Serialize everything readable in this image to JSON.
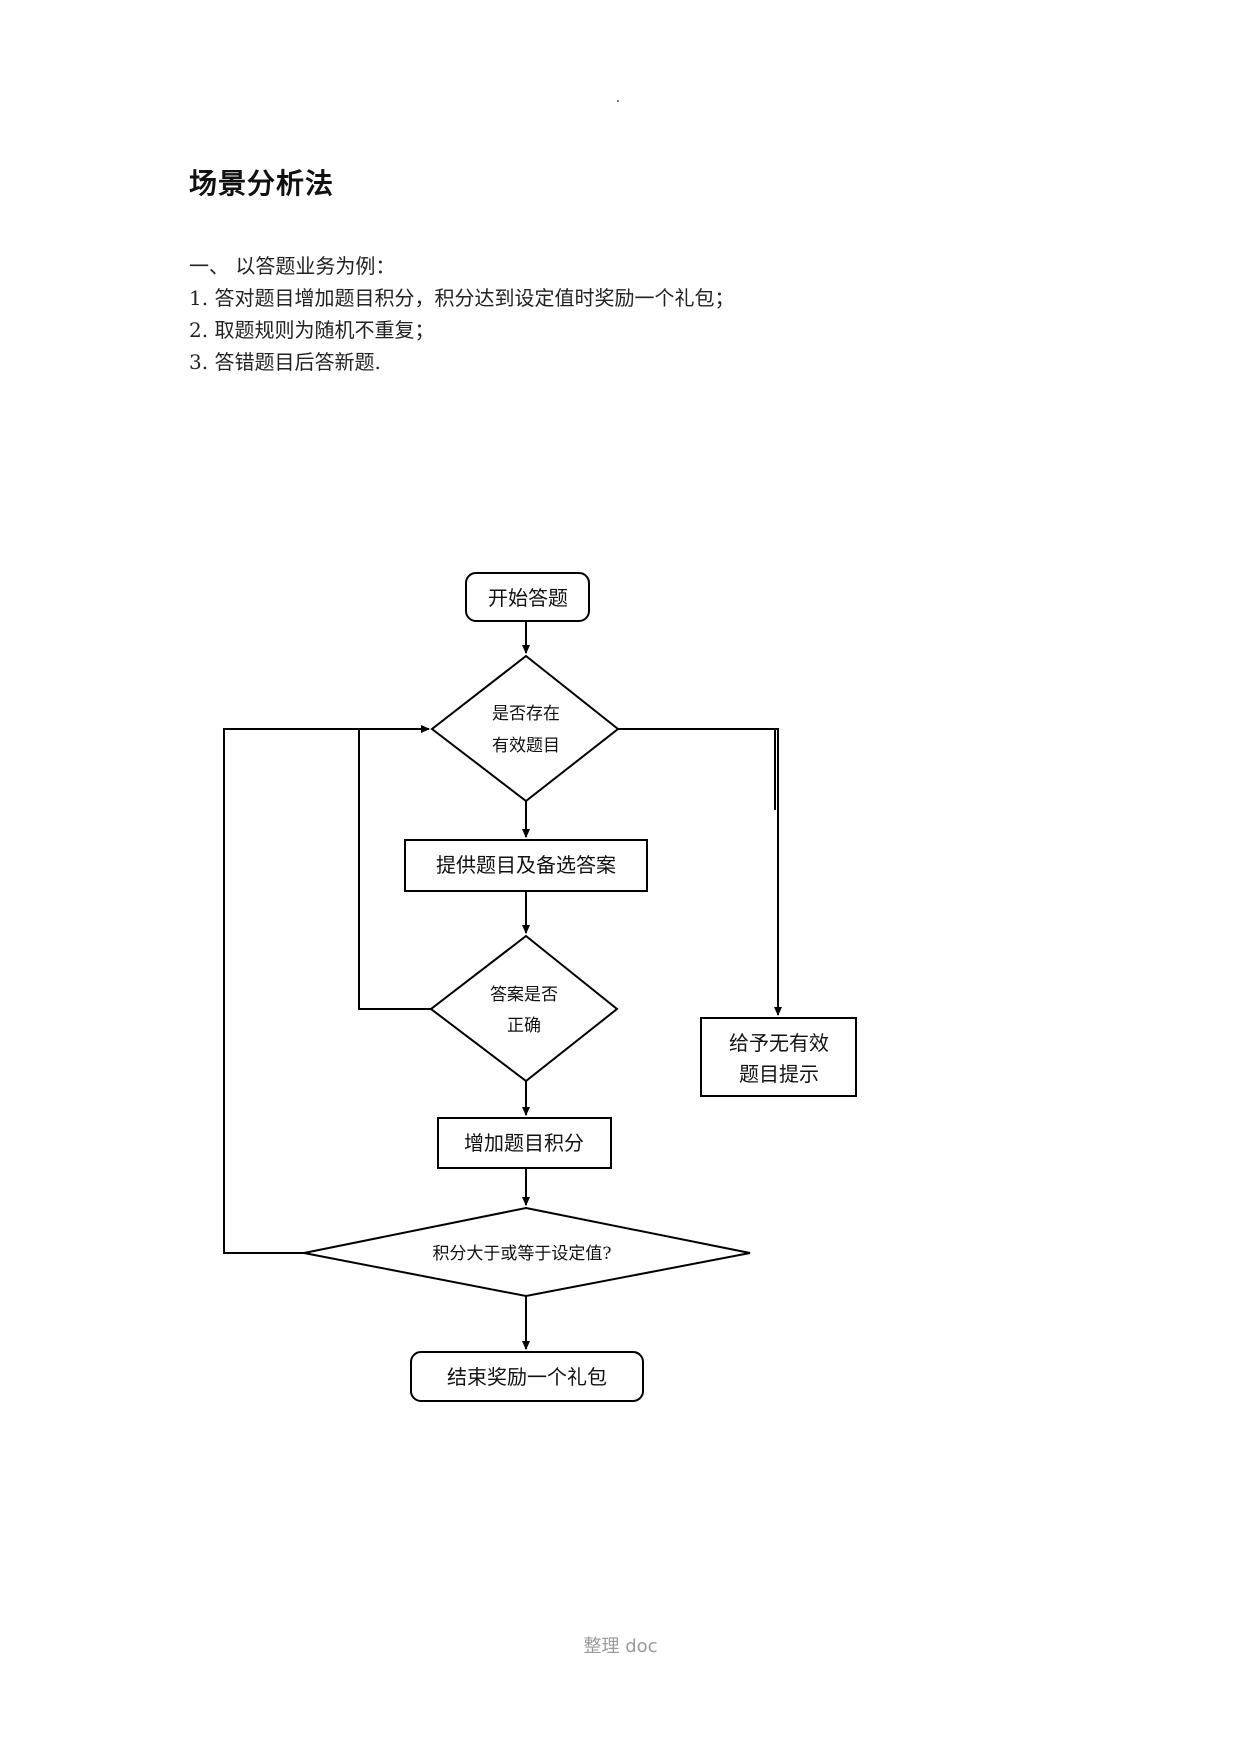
{
  "document": {
    "title": "场景分析法",
    "intro_lines": [
      "一、 以答题业务为例：",
      "1. 答对题目增加题目积分，积分达到设定值时奖励一个礼包；",
      "2. 取题规则为随机不重复；",
      "3. 答错题目后答新题."
    ]
  },
  "flowchart": {
    "start": "开始答题",
    "check_valid": [
      "是否存在",
      "有效题目"
    ],
    "provide": "提供题目及备选答案",
    "check_correct": [
      "答案是否",
      "正确"
    ],
    "add_score": "增加题目积分",
    "check_score": "积分大于或等于设定值?",
    "end": "结束奖励一个礼包",
    "no_valid": [
      "给予无有效",
      "题目提示"
    ]
  },
  "footer": "整理 doc"
}
